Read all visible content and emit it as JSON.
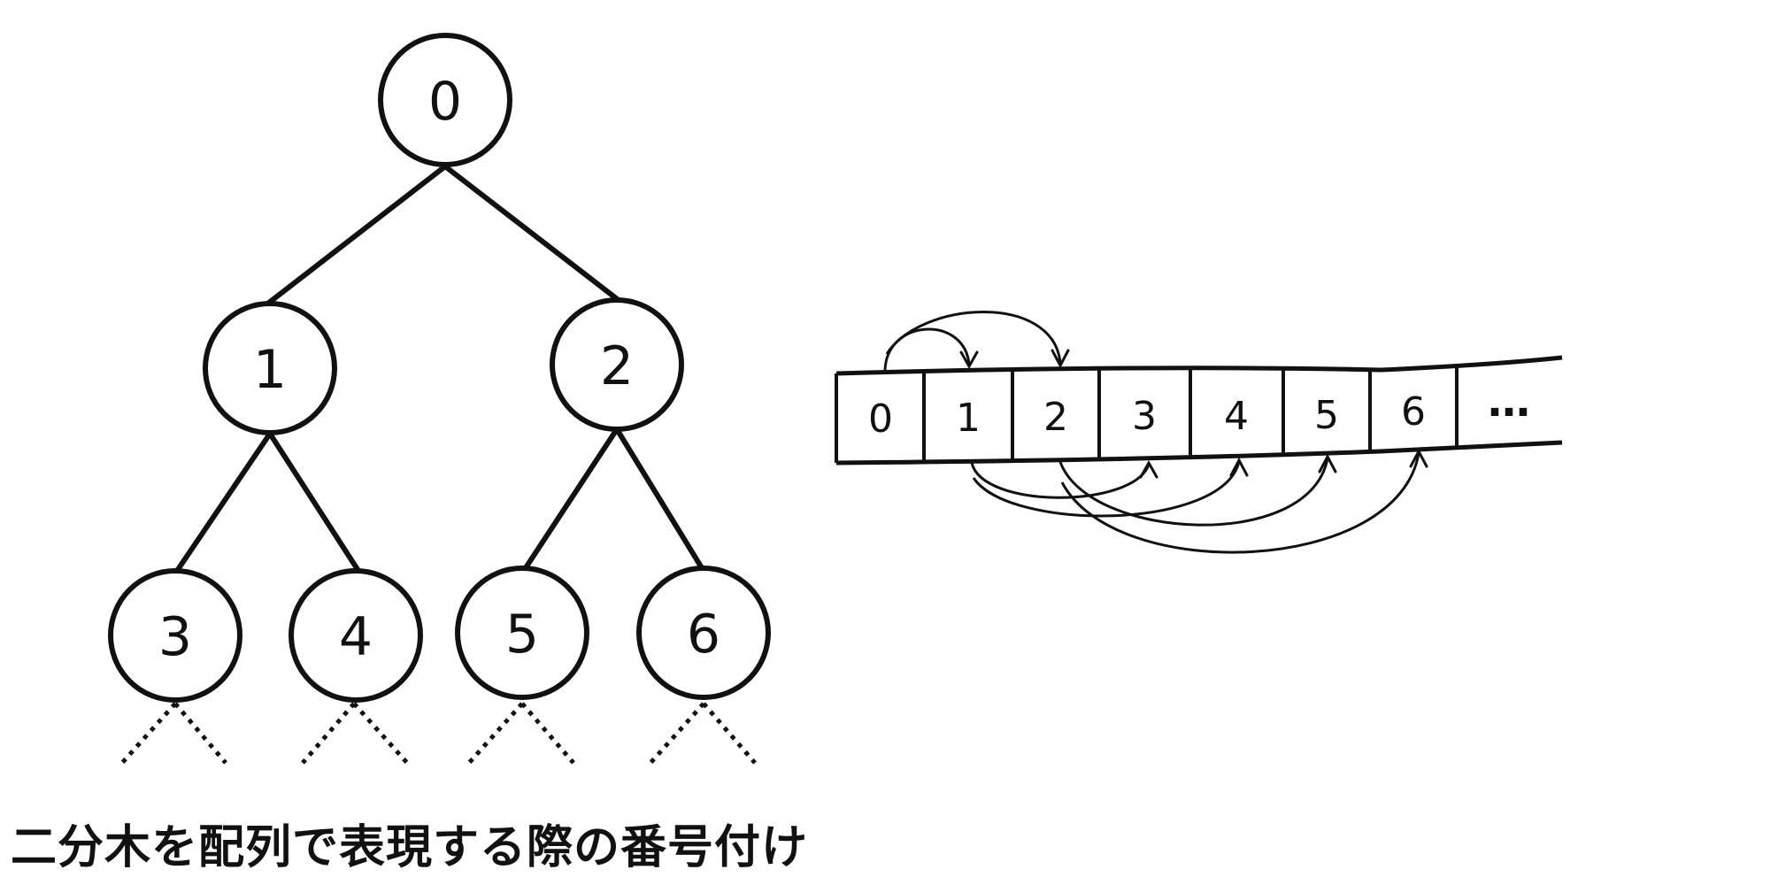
{
  "tree": {
    "nodes": [
      {
        "label": "0"
      },
      {
        "label": "1"
      },
      {
        "label": "2"
      },
      {
        "label": "3"
      },
      {
        "label": "4"
      },
      {
        "label": "5"
      },
      {
        "label": "6"
      }
    ],
    "edges": [
      [
        0,
        1
      ],
      [
        0,
        2
      ],
      [
        1,
        3
      ],
      [
        1,
        4
      ],
      [
        2,
        5
      ],
      [
        2,
        6
      ]
    ]
  },
  "array": {
    "cells": [
      "0",
      "1",
      "2",
      "3",
      "4",
      "5",
      "6"
    ],
    "ellipsis": "…",
    "arrows_top": [
      [
        0,
        1
      ],
      [
        0,
        2
      ]
    ],
    "arrows_bottom": [
      [
        1,
        3
      ],
      [
        1,
        4
      ],
      [
        2,
        5
      ],
      [
        2,
        6
      ]
    ]
  },
  "caption": "二分木を配列で表現する際の番号付け"
}
